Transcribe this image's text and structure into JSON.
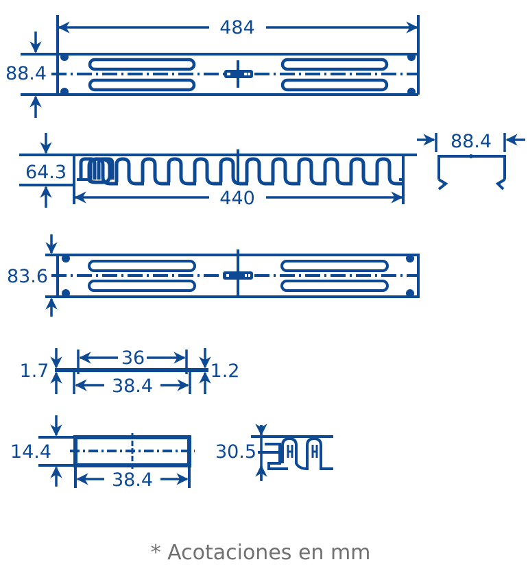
{
  "colors": {
    "drawing": "#0d4a93",
    "note": "#707070",
    "background": "#ffffff"
  },
  "views": {
    "top_plate": {
      "width_label": "484",
      "height_label": "88.4"
    },
    "comb_bar": {
      "width_label": "440",
      "height_label": "64.3",
      "finger_count": 12
    },
    "side_profile": {
      "width_label": "88.4"
    },
    "bottom_plate": {
      "height_label": "83.6"
    },
    "strip": {
      "inner_width_label": "36",
      "outer_width_label": "38.4",
      "left_thickness_label": "1.7",
      "right_thickness_label": "1.2"
    },
    "small_block": {
      "height_label": "14.4",
      "width_label": "38.4"
    },
    "small_comb": {
      "height_label": "30.5"
    }
  },
  "footnote": "* Acotaciones en mm"
}
